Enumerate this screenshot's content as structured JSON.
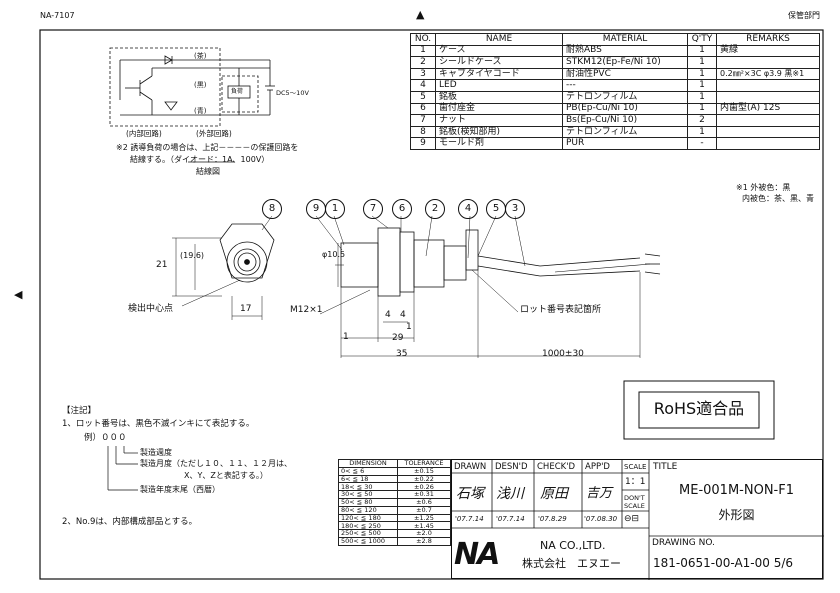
{
  "header": {
    "doc_code": "NA-7107",
    "department": "保管部門",
    "top_marker": "▲",
    "left_marker": "◀"
  },
  "parts_table": {
    "headers": [
      "NO.",
      "NAME",
      "MATERIAL",
      "Q'TY",
      "REMARKS"
    ],
    "rows": [
      [
        "1",
        "ケース",
        "耐熱ABS",
        "1",
        "黄緑"
      ],
      [
        "2",
        "シールドケース",
        "STKM12(Ep-Fe/Ni 10)",
        "1",
        ""
      ],
      [
        "3",
        "キャブタイヤコード",
        "耐油性PVC",
        "1",
        "0.2㎜²×3C φ3.9 黒※1"
      ],
      [
        "4",
        "LED",
        "---",
        "1",
        ""
      ],
      [
        "5",
        "銘板",
        "テトロンフィルム",
        "1",
        ""
      ],
      [
        "6",
        "歯付座金",
        "PB(Ep-Cu/Ni 10)",
        "1",
        "内歯型(A)  12S"
      ],
      [
        "7",
        "ナット",
        "Bs(Ep-Cu/Ni 10)",
        "2",
        ""
      ],
      [
        "8",
        "銘板(検知部用)",
        "テトロンフィルム",
        "1",
        ""
      ],
      [
        "9",
        "モールド剤",
        "PUR",
        "-",
        ""
      ]
    ]
  },
  "cable_note": {
    "line1": "※1 外被色：黒",
    "line2": "内被色：茶、黒、青"
  },
  "circuit": {
    "labels": {
      "brown": "(茶)",
      "black": "(黒)",
      "blue": "(青)",
      "load": "負荷",
      "supply": "DC5～10V",
      "internal": "(内部回路)",
      "external": "(外部回路)"
    },
    "note_line1": "※2 誘導負荷の場合は、上記－－－－の保護回路を",
    "note_line2": "結線する。（ダイオード：1A、100V）",
    "caption": "結線図"
  },
  "drawing": {
    "balloons": [
      "8",
      "9",
      "1",
      "7",
      "6",
      "2",
      "4",
      "5",
      "3"
    ],
    "dims": {
      "height21": "21",
      "height19_6": "(19.6)",
      "width17": "17",
      "phi10_5": "φ10.5",
      "d4a": "4",
      "d4b": "4",
      "d1a": "1",
      "d1b": "1",
      "d29": "29",
      "d35": "35",
      "d1000": "1000±30"
    },
    "labels": {
      "detect_center": "検出中心点",
      "thread": "M12×1",
      "lot_location": "ロット番号表記箇所"
    }
  },
  "rohs": "RoHS適合品",
  "notes": {
    "title": "【注記】",
    "n1": "1、ロット番号は、黒色不滅インキにて表記する。",
    "example": "例）０００",
    "a": "製造週度",
    "b": "製造月度（ただし１０、１１、１２月は、",
    "b2": "X、Y、Zと表記する。）",
    "c": "製造年度末尾（西暦）",
    "n2": "2、No.9は、内部構成部品とする。"
  },
  "tolerance": {
    "headers": [
      "DIMENSION",
      "TOLERANCE"
    ],
    "rows": [
      [
        "0<  ≦  6",
        "±0.15"
      ],
      [
        "6<  ≦  18",
        "±0.22"
      ],
      [
        "18<  ≦  30",
        "±0.26"
      ],
      [
        "30<  ≦  50",
        "±0.31"
      ],
      [
        "50<  ≦  80",
        "±0.6"
      ],
      [
        "80<  ≦  120",
        "±0.7"
      ],
      [
        "120<  ≦  180",
        "±1.25"
      ],
      [
        "180<  ≦  250",
        "±1.45"
      ],
      [
        "250<  ≦  500",
        "±2.0"
      ],
      [
        "500<  ≦  1000",
        "±2.8"
      ]
    ]
  },
  "title_block": {
    "headers": [
      "DRAWN",
      "DESN'D",
      "CHECK'D",
      "APP'D",
      "SCALE"
    ],
    "signatures": [
      "石塚",
      "浅川",
      "原田",
      "吉万"
    ],
    "dates": [
      "'07.7.14",
      "'07.7.14",
      "'07.8.29",
      "'07.08.30"
    ],
    "scale": "1：1",
    "dont_scale": "DON'T SCALE",
    "projection": "⊖⊟",
    "title_label": "TITLE",
    "title": "ME-001M-NON-F1",
    "subtitle": "外形図",
    "company": "NA CO.,LTD.",
    "company_jp": "株式会社　エヌエー",
    "logo": "NA",
    "drawing_no_label": "DRAWING NO.",
    "drawing_no": "181-0651-00-A1-00 5/6"
  }
}
